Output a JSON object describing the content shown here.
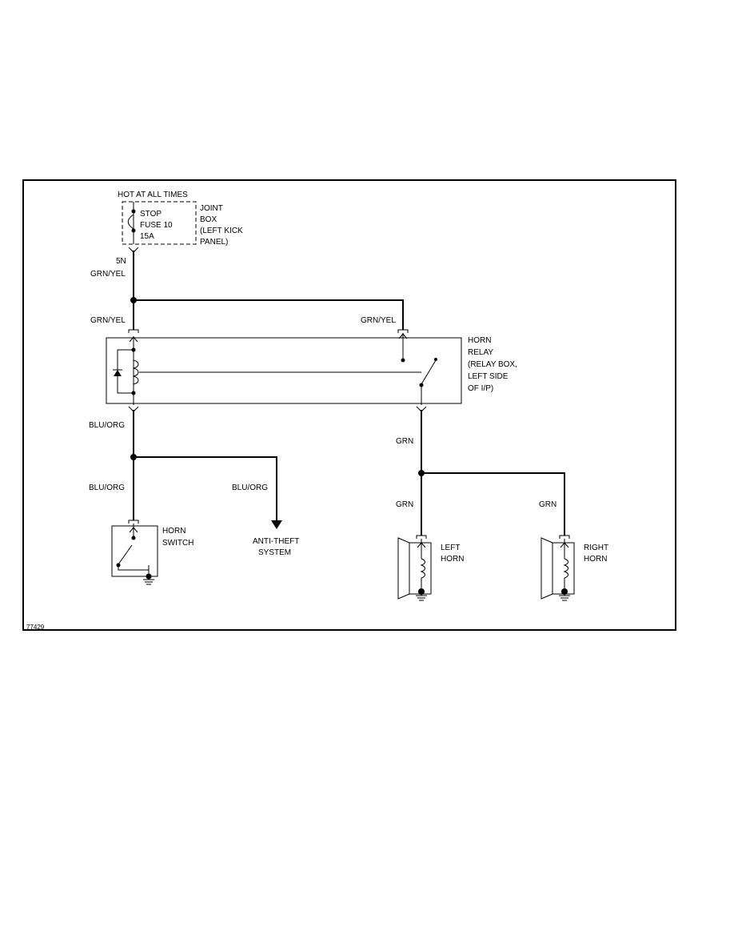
{
  "labels": {
    "hot_at_all_times": "HOT AT ALL TIMES",
    "fuse_line1": "STOP",
    "fuse_line2": "FUSE 10",
    "fuse_line3": "15A",
    "joint_box_line1": "JOINT",
    "joint_box_line2": "BOX",
    "joint_box_line3": "(LEFT KICK",
    "joint_box_line4": "PANEL)",
    "connector_5n": "5N",
    "wire_grn_yel_1": "GRN/YEL",
    "wire_grn_yel_2": "GRN/YEL",
    "wire_grn_yel_3": "GRN/YEL",
    "relay_line1": "HORN",
    "relay_line2": "RELAY",
    "relay_line3": "(RELAY BOX,",
    "relay_line4": "LEFT SIDE",
    "relay_line5": "OF I/P)",
    "wire_blu_org_1": "BLU/ORG",
    "wire_blu_org_2": "BLU/ORG",
    "wire_blu_org_3": "BLU/ORG",
    "wire_grn_1": "GRN",
    "wire_grn_2": "GRN",
    "wire_grn_3": "GRN",
    "horn_switch_line1": "HORN",
    "horn_switch_line2": "SWITCH",
    "anti_theft_line1": "ANTI-THEFT",
    "anti_theft_line2": "SYSTEM",
    "left_horn_line1": "LEFT",
    "left_horn_line2": "HORN",
    "right_horn_line1": "RIGHT",
    "right_horn_line2": "HORN",
    "figure_id": "77429"
  },
  "colors": {
    "ink": "#000000",
    "background": "#ffffff"
  }
}
